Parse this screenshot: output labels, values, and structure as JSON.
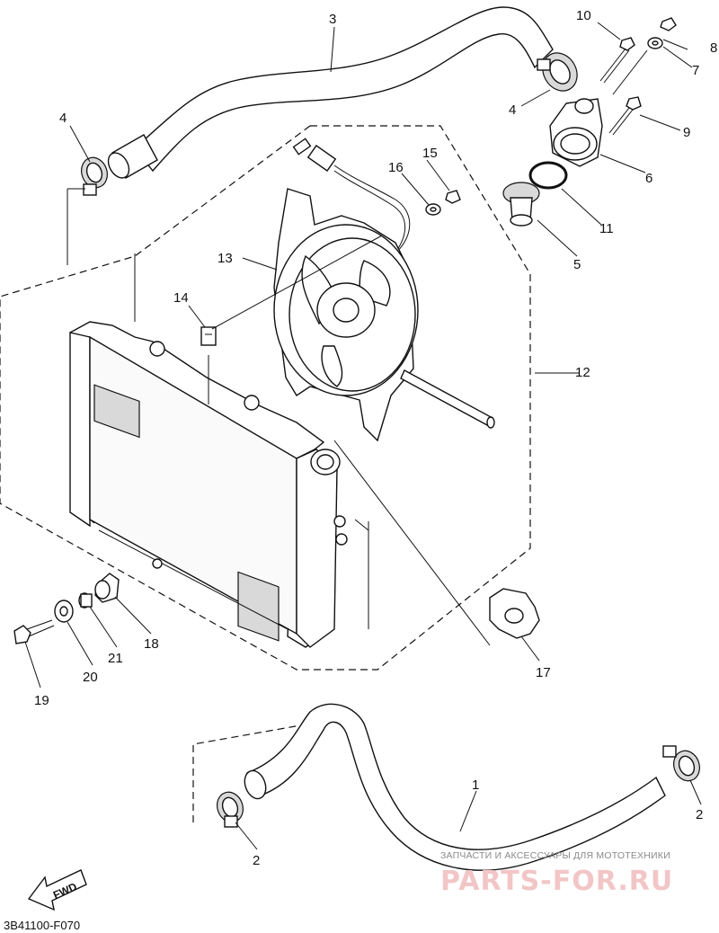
{
  "diagram_code": "3B41100-F070",
  "fwd_label": "FWD",
  "watermark": {
    "tagline": "ЗАПЧАСТИ И АКСЕССУАРЫ ДЛЯ МОТОТЕХНИКИ",
    "brand": "PARTS-FOR.RU"
  },
  "callouts": [
    {
      "id": "c1",
      "number": "1"
    },
    {
      "id": "c2a",
      "number": "2"
    },
    {
      "id": "c2b",
      "number": "2"
    },
    {
      "id": "c3",
      "number": "3"
    },
    {
      "id": "c4a",
      "number": "4"
    },
    {
      "id": "c4b",
      "number": "4"
    },
    {
      "id": "c5",
      "number": "5"
    },
    {
      "id": "c6",
      "number": "6"
    },
    {
      "id": "c7",
      "number": "7"
    },
    {
      "id": "c8",
      "number": "8"
    },
    {
      "id": "c9",
      "number": "9"
    },
    {
      "id": "c10",
      "number": "10"
    },
    {
      "id": "c11",
      "number": "11"
    },
    {
      "id": "c12",
      "number": "12"
    },
    {
      "id": "c13",
      "number": "13"
    },
    {
      "id": "c14",
      "number": "14"
    },
    {
      "id": "c15",
      "number": "15"
    },
    {
      "id": "c16",
      "number": "16"
    },
    {
      "id": "c17",
      "number": "17"
    },
    {
      "id": "c18",
      "number": "18"
    },
    {
      "id": "c19",
      "number": "19"
    },
    {
      "id": "c20",
      "number": "20"
    },
    {
      "id": "c21",
      "number": "21"
    }
  ]
}
